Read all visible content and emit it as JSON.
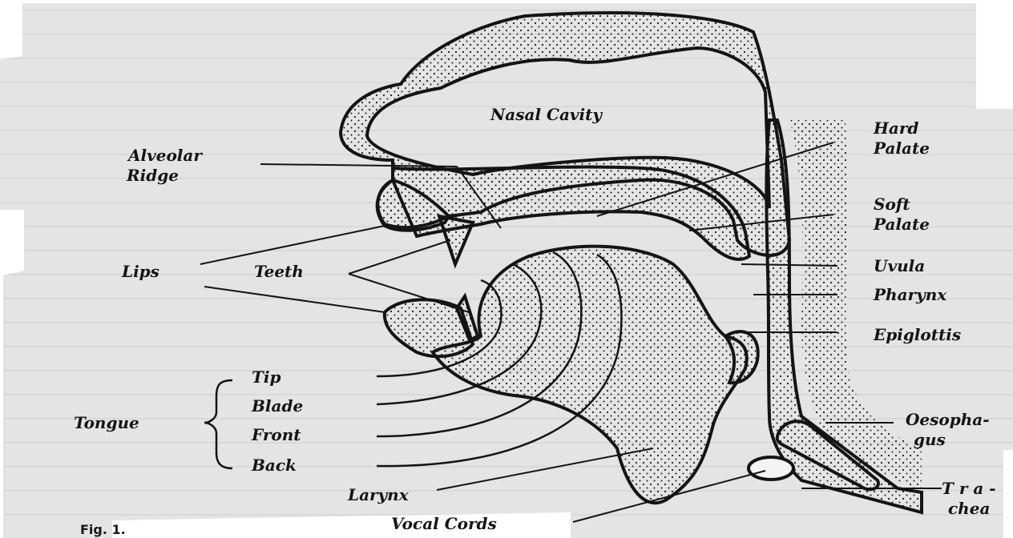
{
  "figure_label": "Fig. 1.",
  "labels": {
    "nasal_cavity": "Nasal Cavity",
    "hard_palate": [
      "Hard",
      "Palate"
    ],
    "alveolar_ridge": [
      "Alveolar",
      "Ridge"
    ],
    "soft_palate": [
      "Soft",
      "Palate"
    ],
    "lips": "Lips",
    "teeth": "Teeth",
    "uvula": "Uvula",
    "pharynx": "Pharynx",
    "epiglottis": "Epiglottis",
    "tongue": "Tongue",
    "tongue_parts": [
      "Tip",
      "Blade",
      "Front",
      "Back"
    ],
    "oesophagus": [
      "Oesopha-",
      "gus"
    ],
    "larynx": "Larynx",
    "trachea": [
      "T r a -",
      "chea"
    ],
    "vocal_cords": "Vocal Cords"
  },
  "colors": {
    "page": "#ffffff",
    "paper_scan": "#e4e4e4",
    "ink": "#141414"
  }
}
